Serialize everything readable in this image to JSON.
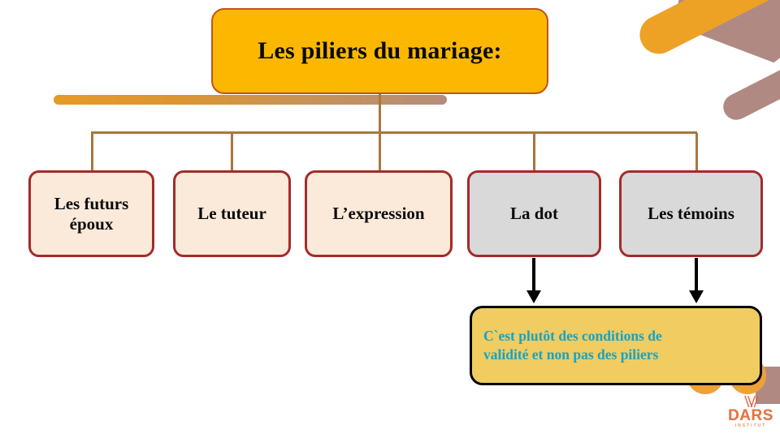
{
  "slide": {
    "title": "Les piliers du mariage:",
    "pillars": [
      {
        "label": "Les futurs époux",
        "style": "cream"
      },
      {
        "label": "Le tuteur",
        "style": "cream"
      },
      {
        "label": "L’expression",
        "style": "cream"
      },
      {
        "label": "La dot",
        "style": "gray"
      },
      {
        "label": "Les témoins",
        "style": "gray"
      }
    ],
    "callout": {
      "line1": "C`est plutôt des conditions de",
      "line2": "validité et non pas des piliers"
    },
    "logo": {
      "mark": "\\\\//",
      "word": "DARS",
      "sub": "INSTITUT"
    },
    "colors": {
      "title_fill": "#FCB800",
      "title_border": "#C0531B",
      "pillar_cream_fill": "#FBEADA",
      "pillar_gray_fill": "#D9D9D9",
      "pillar_border": "#A52A2A",
      "connector": "#A8783C",
      "callout_fill": "#F0CC61",
      "callout_border": "#000000",
      "callout_text": "#16A3C4",
      "deco_orange": "#EDA226",
      "deco_mauve": "#B08A82",
      "logo_accent": "#E8603C"
    }
  }
}
